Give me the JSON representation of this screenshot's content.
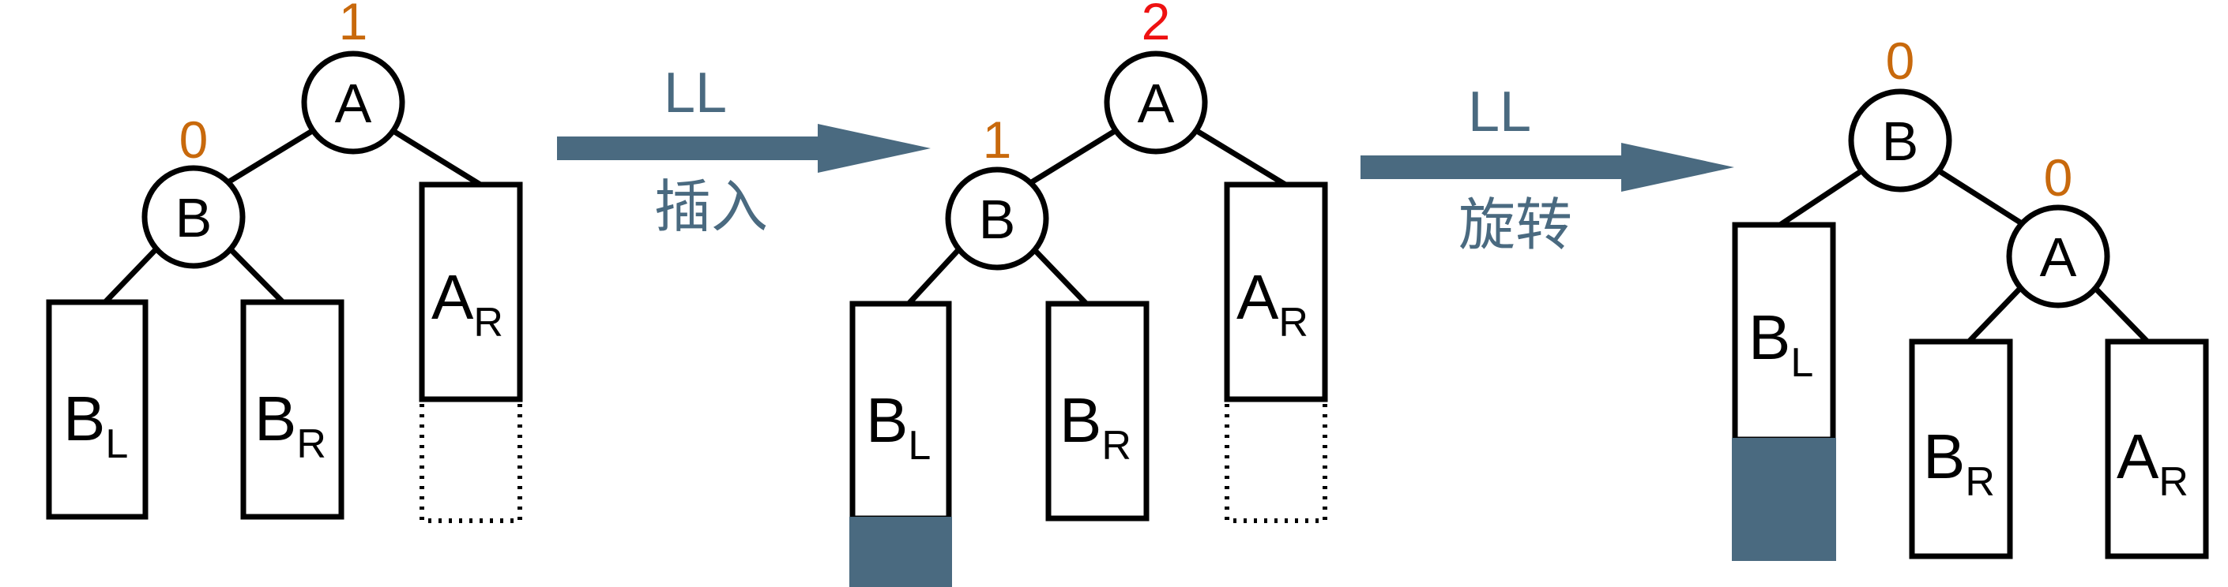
{
  "colors": {
    "balance_normal": "#c8690c",
    "balance_alert": "#ee1111",
    "accent": "#4a6a80"
  },
  "stage1": {
    "root": {
      "label": "A",
      "balance": "1"
    },
    "left": {
      "label": "B",
      "balance": "0"
    },
    "bl": {
      "main": "B",
      "sub": "L"
    },
    "br": {
      "main": "B",
      "sub": "R"
    },
    "ar": {
      "main": "A",
      "sub": "R"
    }
  },
  "arrow1": {
    "top_label": "LL",
    "bottom_label": "插入"
  },
  "stage2": {
    "root": {
      "label": "A",
      "balance": "2"
    },
    "left": {
      "label": "B",
      "balance": "1"
    },
    "bl": {
      "main": "B",
      "sub": "L"
    },
    "br": {
      "main": "B",
      "sub": "R"
    },
    "ar": {
      "main": "A",
      "sub": "R"
    }
  },
  "arrow2": {
    "top_label": "LL",
    "bottom_label": "旋转"
  },
  "stage3": {
    "root": {
      "label": "B",
      "balance": "0"
    },
    "right": {
      "label": "A",
      "balance": "0"
    },
    "bl": {
      "main": "B",
      "sub": "L"
    },
    "br": {
      "main": "B",
      "sub": "R"
    },
    "ar": {
      "main": "A",
      "sub": "R"
    }
  }
}
